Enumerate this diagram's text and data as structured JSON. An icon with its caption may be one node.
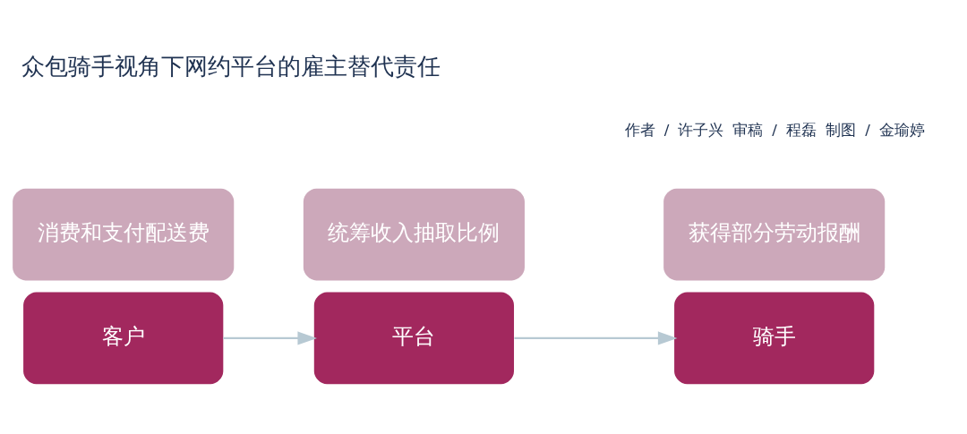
{
  "diagram": {
    "title": "众包骑手视角下网约平台的雇主替代责任",
    "nodes": [
      {
        "text": [
          "客户"
        ]
      },
      {
        "text": [
          "消费和支付配送费"
        ]
      },
      {
        "text": [
          "平台"
        ]
      },
      {
        "text": [
          "统筹收入抽取比例"
        ]
      },
      {
        "text": [
          "骑手"
        ]
      },
      {
        "text": [
          "获得部分劳动报酬"
        ]
      }
    ],
    "edges": [
      {
        "from": 0,
        "to": 2,
        "arrow": "to"
      },
      {
        "from": 2,
        "to": 4,
        "arrow": "to"
      }
    ],
    "labels": [
      "作者",
      "/",
      "许子兴",
      "审稿",
      "/",
      "程磊",
      "制图",
      "/",
      "金瑜婷"
    ]
  }
}
